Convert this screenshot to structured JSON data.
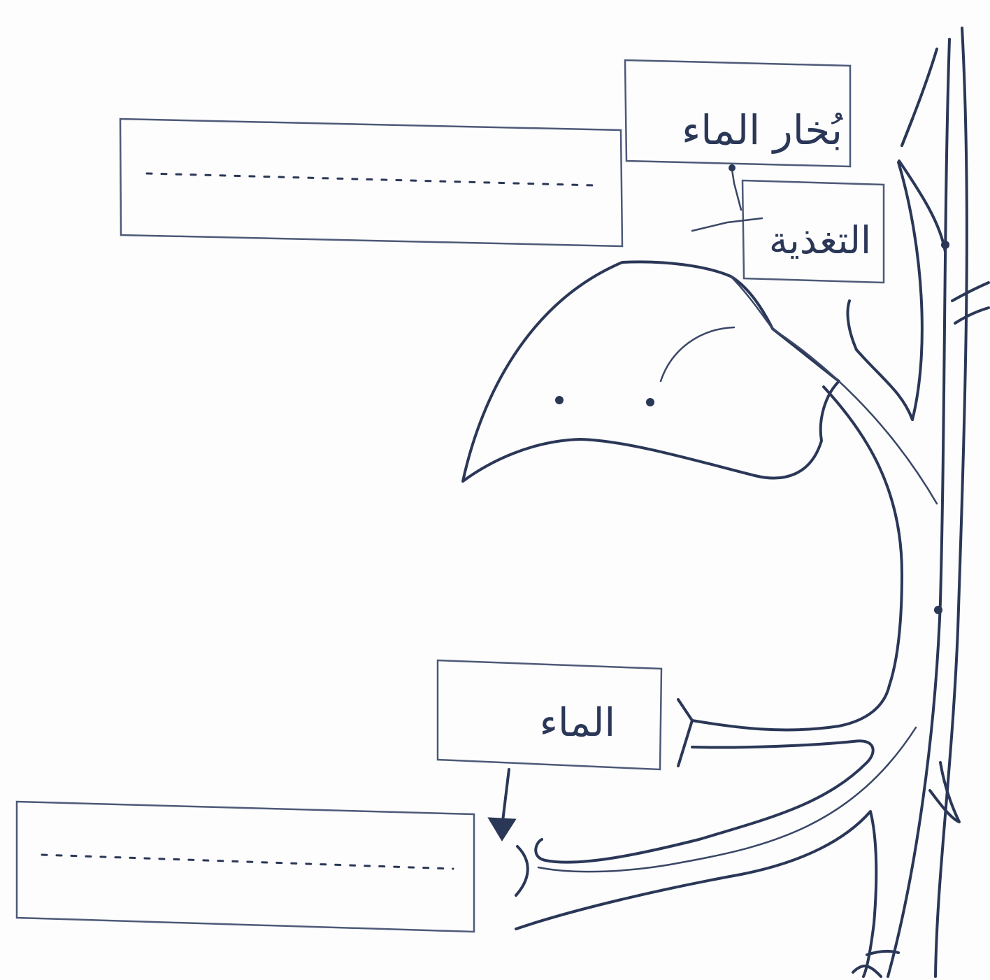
{
  "labels": {
    "water_vapor": "بُخار الماء",
    "feeding": "التغذية",
    "water": "الماء"
  },
  "answer_boxes": {
    "top_answer": "",
    "bottom_answer": ""
  },
  "colors": {
    "ink": "#2a3757",
    "box_border": "#4d5a78",
    "background": "#fdfdfd"
  }
}
